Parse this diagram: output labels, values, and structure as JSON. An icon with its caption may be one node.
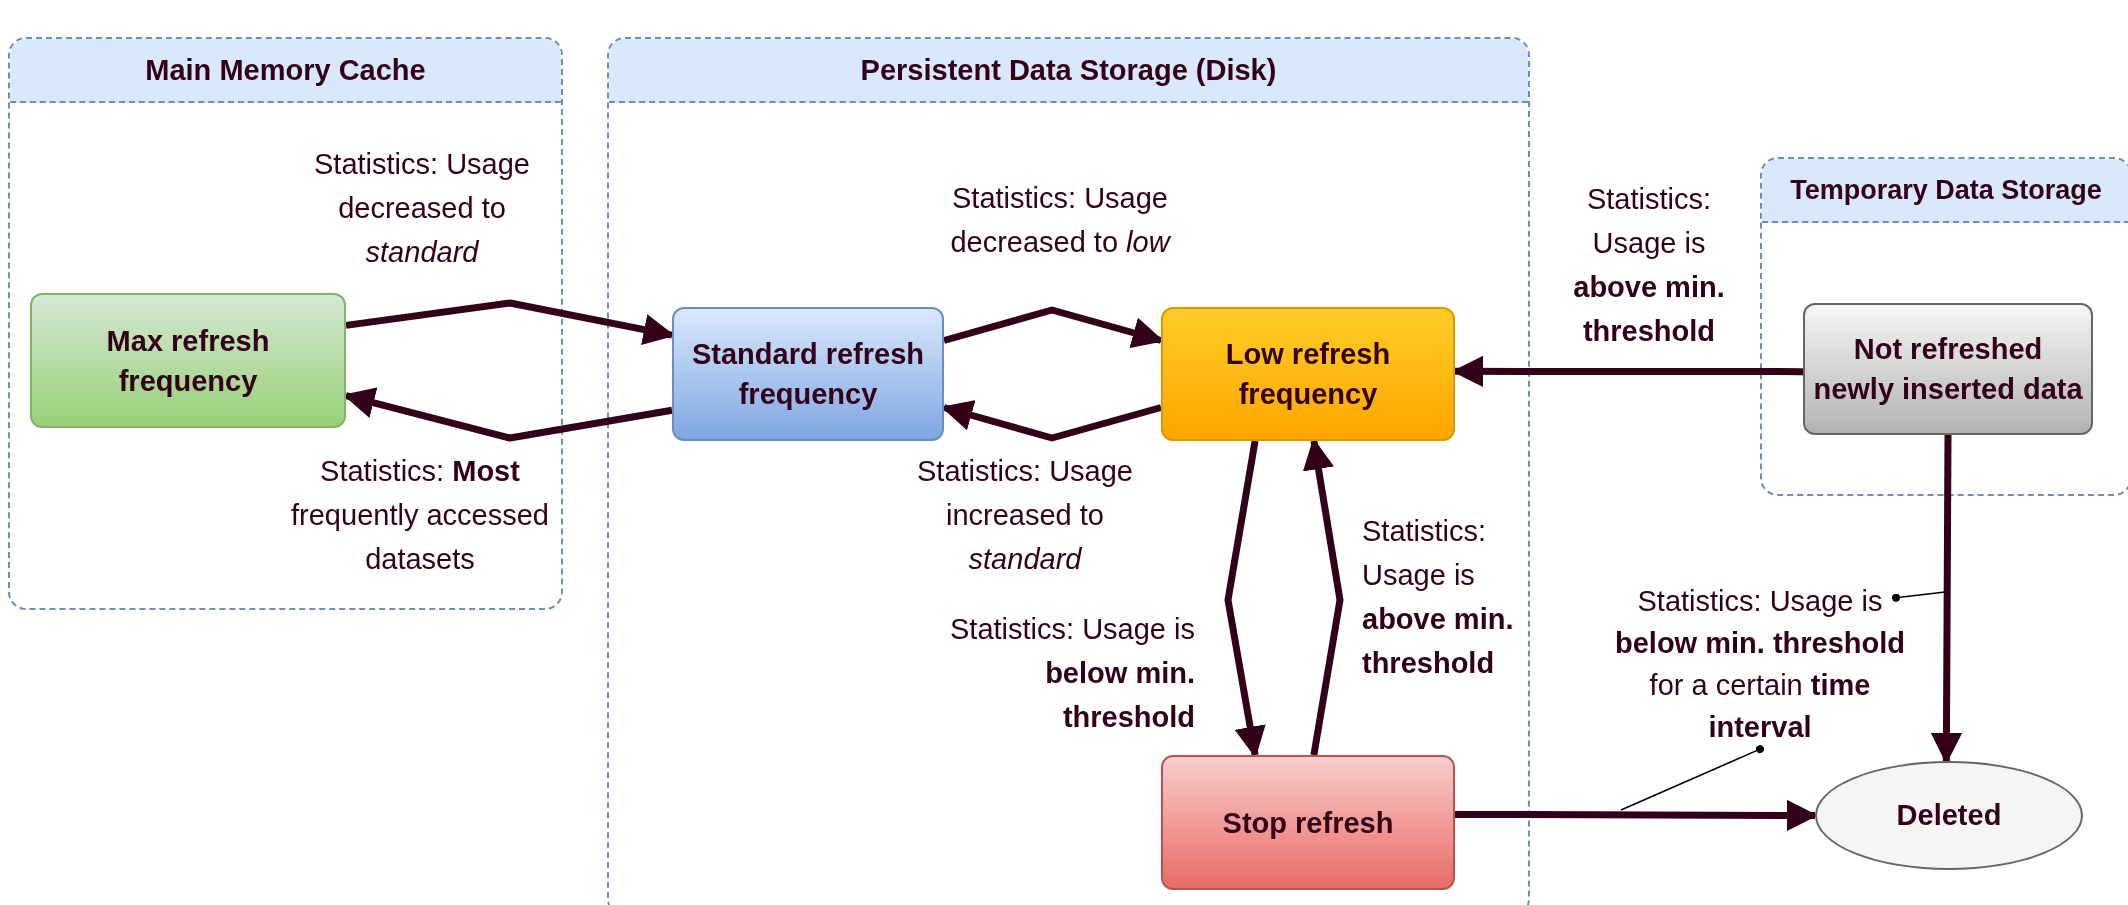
{
  "diagram": {
    "nodes": [
      {
        "text": [
          "Main Memory Cache"
        ]
      },
      {
        "text": [
          "Max refresh frequency"
        ],
        "in": 0
      },
      {
        "text": [
          "Persistent Data Storage (Disk)"
        ]
      },
      {
        "text": [
          "Standard refresh frequency"
        ],
        "in": 2
      },
      {
        "text": [
          "Low refresh frequency"
        ],
        "in": 2
      },
      {
        "text": [
          "Stop refresh"
        ],
        "in": 2
      },
      {
        "text": [
          "Temporary Data Storage"
        ]
      },
      {
        "text": [
          "Not refreshed newly inserted data"
        ],
        "in": 6
      },
      {
        "text": [
          "Deleted"
        ]
      },
      {
        "text": [
          "Statistics: Usage is **below min. threshold** for a certain **time interval**"
        ]
      }
    ],
    "edges": [
      {
        "from": 1,
        "to": 3,
        "arrow": "to",
        "label": "Statistics: Usage decreased to *standard*"
      },
      {
        "from": 3,
        "to": 1,
        "arrow": "to",
        "label": "Statistics: **Most** frequently accessed datasets"
      },
      {
        "from": 3,
        "to": 4,
        "arrow": "to",
        "label": "Statistics: Usage decreased to *low*"
      },
      {
        "from": 4,
        "to": 3,
        "arrow": "to",
        "label": "Statistics: Usage increased to *standard*"
      },
      {
        "from": 4,
        "to": 5,
        "arrow": "to",
        "label": "Statistics: Usage is **below min. threshold**"
      },
      {
        "from": 5,
        "to": 4,
        "arrow": "to",
        "label": "Statistics: Usage is **above min. threshold**"
      },
      {
        "from": 7,
        "to": 4,
        "arrow": "to",
        "label": "Statistics: Usage is **above min. threshold**"
      },
      {
        "from": 7,
        "to": 8,
        "arrow": "to"
      },
      {
        "from": 5,
        "to": 8,
        "arrow": "to"
      },
      {
        "from": 9,
        "to": null,
        "arrow": "other",
        "color": "#000000"
      },
      {
        "from": 9,
        "to": null,
        "arrow": "other",
        "color": "#000000"
      }
    ]
  }
}
